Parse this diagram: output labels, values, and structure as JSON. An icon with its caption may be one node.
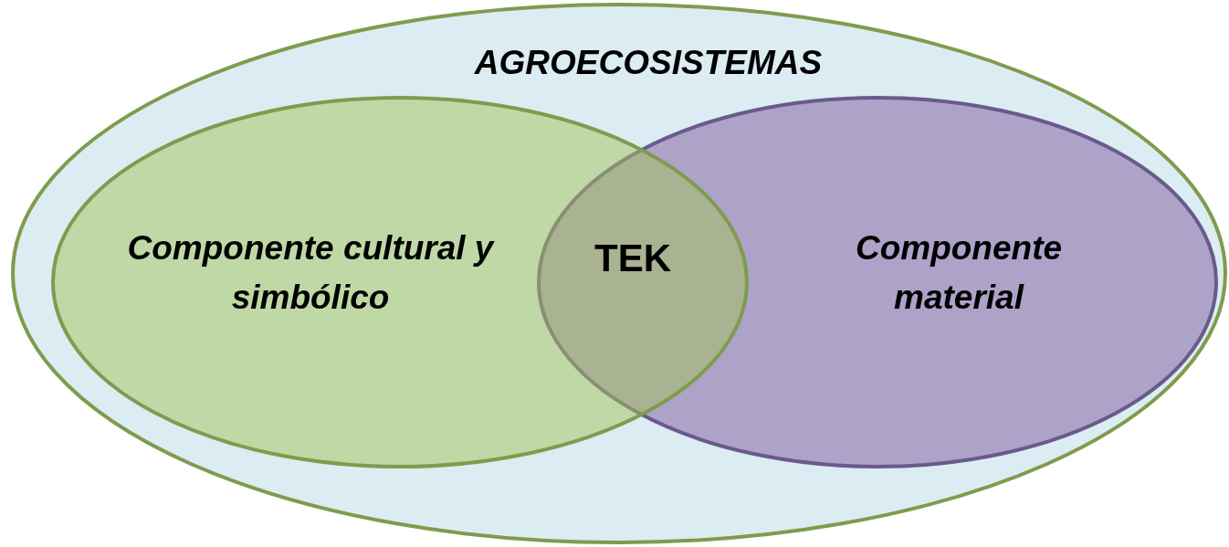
{
  "diagram": {
    "nodes": [
      {
        "text": [
          "AGROECOSISTEMAS"
        ]
      },
      {
        "text": [
          "Componente cultural y simbólico"
        ],
        "in": 0
      },
      {
        "text": [
          "Componente material"
        ],
        "in": 0
      }
    ],
    "labels": [
      "TEK"
    ]
  }
}
